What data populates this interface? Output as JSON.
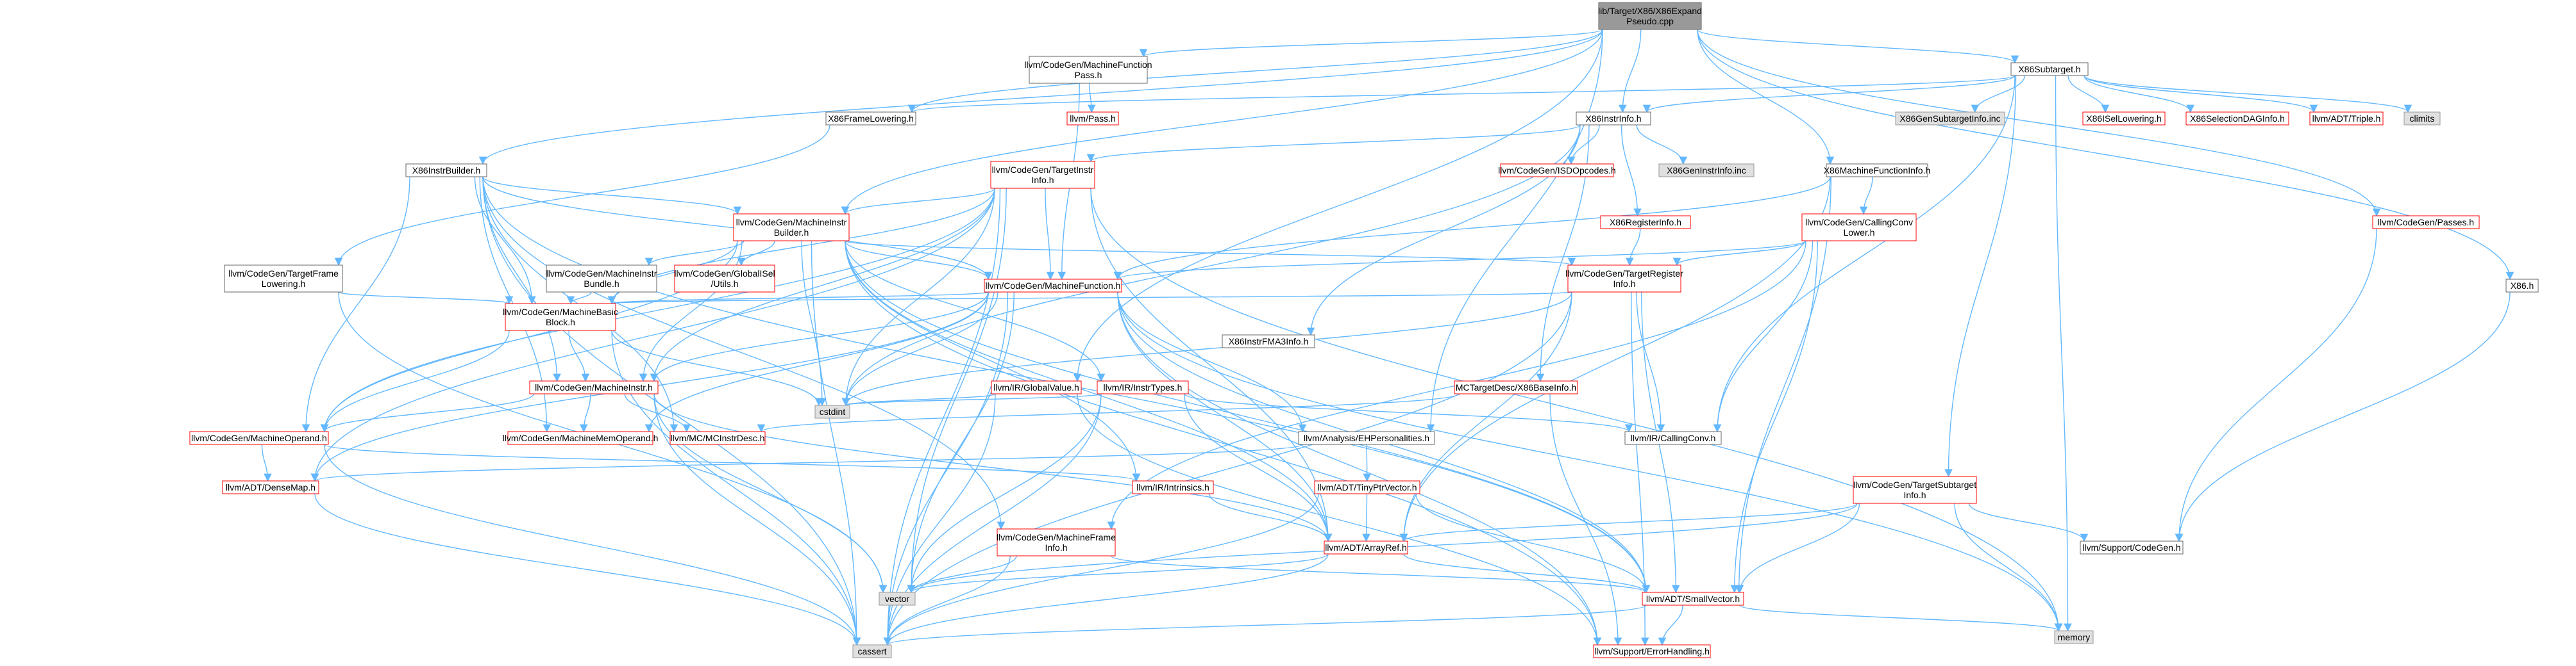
{
  "colors": {
    "edge": "#63b8ff",
    "root_fill": "#999999",
    "external_fill": "#e0e0e0",
    "node_border": "#666666",
    "red_border": "#ff0000"
  },
  "nodes": [
    {
      "id": "root",
      "lines": [
        "lib/Target/X86/X86Expand",
        "Pseudo.cpp"
      ],
      "style": "root"
    },
    {
      "id": "mfp",
      "lines": [
        "llvm/CodeGen/MachineFunction",
        "Pass.h"
      ],
      "style": "plain"
    },
    {
      "id": "x86subtarget",
      "lines": [
        "X86Subtarget.h"
      ],
      "style": "plain"
    },
    {
      "id": "x86framelowering",
      "lines": [
        "X86FrameLowering.h"
      ],
      "style": "plain"
    },
    {
      "id": "pass",
      "lines": [
        "llvm/Pass.h"
      ],
      "style": "red"
    },
    {
      "id": "x86instrinfo",
      "lines": [
        "X86InstrInfo.h"
      ],
      "style": "plain"
    },
    {
      "id": "x86gensubtargetinfo",
      "lines": [
        "X86GenSubtargetInfo.inc"
      ],
      "style": "gray"
    },
    {
      "id": "x86isellowering",
      "lines": [
        "X86ISelLowering.h"
      ],
      "style": "red"
    },
    {
      "id": "x86seldaginfo",
      "lines": [
        "X86SelectionDAGInfo.h"
      ],
      "style": "red"
    },
    {
      "id": "triple",
      "lines": [
        "llvm/ADT/Triple.h"
      ],
      "style": "red"
    },
    {
      "id": "climits",
      "lines": [
        "climits"
      ],
      "style": "gray"
    },
    {
      "id": "x86instrbuilder",
      "lines": [
        "X86InstrBuilder.h"
      ],
      "style": "plain"
    },
    {
      "id": "tii",
      "lines": [
        "llvm/CodeGen/TargetInstr",
        "Info.h"
      ],
      "style": "red"
    },
    {
      "id": "isdopcodes",
      "lines": [
        "llvm/CodeGen/ISDOpcodes.h"
      ],
      "style": "red"
    },
    {
      "id": "x86geninstrinfo",
      "lines": [
        "X86GenInstrInfo.inc"
      ],
      "style": "gray"
    },
    {
      "id": "x86mfi",
      "lines": [
        "X86MachineFunctionInfo.h"
      ],
      "style": "plain"
    },
    {
      "id": "mib",
      "lines": [
        "llvm/CodeGen/MachineInstr",
        "Builder.h"
      ],
      "style": "red"
    },
    {
      "id": "x86reginfo",
      "lines": [
        "X86RegisterInfo.h"
      ],
      "style": "red"
    },
    {
      "id": "callingconvlower",
      "lines": [
        "llvm/CodeGen/CallingConv",
        "Lower.h"
      ],
      "style": "red"
    },
    {
      "id": "passes",
      "lines": [
        "llvm/CodeGen/Passes.h"
      ],
      "style": "red"
    },
    {
      "id": "tfl",
      "lines": [
        "llvm/CodeGen/TargetFrame",
        "Lowering.h"
      ],
      "style": "plain"
    },
    {
      "id": "mibundle",
      "lines": [
        "llvm/CodeGen/MachineInstr",
        "Bundle.h"
      ],
      "style": "plain"
    },
    {
      "id": "globalisel",
      "lines": [
        "llvm/CodeGen/GlobalISel",
        "/Utils.h"
      ],
      "style": "red"
    },
    {
      "id": "mf",
      "lines": [
        "llvm/CodeGen/MachineFunction.h"
      ],
      "style": "red"
    },
    {
      "id": "tri",
      "lines": [
        "llvm/CodeGen/TargetRegister",
        "Info.h"
      ],
      "style": "red"
    },
    {
      "id": "x86h",
      "lines": [
        "X86.h"
      ],
      "style": "plain"
    },
    {
      "id": "mbb",
      "lines": [
        "llvm/CodeGen/MachineBasic",
        "Block.h"
      ],
      "style": "red"
    },
    {
      "id": "x86fma3",
      "lines": [
        "X86InstrFMA3Info.h"
      ],
      "style": "plain"
    },
    {
      "id": "mi",
      "lines": [
        "llvm/CodeGen/MachineInstr.h"
      ],
      "style": "red"
    },
    {
      "id": "globalvalue",
      "lines": [
        "llvm/IR/GlobalValue.h"
      ],
      "style": "red"
    },
    {
      "id": "instrtypes",
      "lines": [
        "llvm/IR/InstrTypes.h"
      ],
      "style": "red"
    },
    {
      "id": "cstdint",
      "lines": [
        "cstdint"
      ],
      "style": "gray"
    },
    {
      "id": "x86baseinfo",
      "lines": [
        "MCTargetDesc/X86BaseInfo.h"
      ],
      "style": "red"
    },
    {
      "id": "callingconv",
      "lines": [
        "llvm/IR/CallingConv.h"
      ],
      "style": "plain"
    },
    {
      "id": "mo",
      "lines": [
        "llvm/CodeGen/MachineOperand.h"
      ],
      "style": "red"
    },
    {
      "id": "mmo",
      "lines": [
        "llvm/CodeGen/MachineMemOperand.h"
      ],
      "style": "red"
    },
    {
      "id": "mcinstrdesc",
      "lines": [
        "llvm/MC/MCInstrDesc.h"
      ],
      "style": "red"
    },
    {
      "id": "ehpersonalities",
      "lines": [
        "llvm/Analysis/EHPersonalities.h"
      ],
      "style": "plain"
    },
    {
      "id": "tinyptrvector",
      "lines": [
        "llvm/ADT/TinyPtrVector.h"
      ],
      "style": "red"
    },
    {
      "id": "tsi",
      "lines": [
        "llvm/CodeGen/TargetSubtarget",
        "Info.h"
      ],
      "style": "red"
    },
    {
      "id": "densemap",
      "lines": [
        "llvm/ADT/DenseMap.h"
      ],
      "style": "red"
    },
    {
      "id": "intrinsics",
      "lines": [
        "llvm/IR/Intrinsics.h"
      ],
      "style": "red"
    },
    {
      "id": "mfinfo",
      "lines": [
        "llvm/CodeGen/MachineFrame",
        "Info.h"
      ],
      "style": "red"
    },
    {
      "id": "arrayref",
      "lines": [
        "llvm/ADT/ArrayRef.h"
      ],
      "style": "red"
    },
    {
      "id": "supportcodegen",
      "lines": [
        "llvm/Support/CodeGen.h"
      ],
      "style": "plain"
    },
    {
      "id": "vector",
      "lines": [
        "vector"
      ],
      "style": "gray"
    },
    {
      "id": "smallvector",
      "lines": [
        "llvm/ADT/SmallVector.h"
      ],
      "style": "red"
    },
    {
      "id": "memory",
      "lines": [
        "memory"
      ],
      "style": "gray"
    },
    {
      "id": "cassert",
      "lines": [
        "cassert"
      ],
      "style": "gray"
    },
    {
      "id": "errorhandling",
      "lines": [
        "llvm/Support/ErrorHandling.h"
      ],
      "style": "red"
    }
  ],
  "edges": [
    [
      "root",
      "mfp"
    ],
    [
      "root",
      "x86subtarget"
    ],
    [
      "root",
      "x86framelowering"
    ],
    [
      "root",
      "x86instrinfo"
    ],
    [
      "root",
      "x86mfi"
    ],
    [
      "root",
      "x86instrbuilder"
    ],
    [
      "root",
      "mib"
    ],
    [
      "root",
      "passes"
    ],
    [
      "root",
      "x86h"
    ],
    [
      "root",
      "globalvalue"
    ],
    [
      "root",
      "ehpersonalities"
    ],
    [
      "mfp",
      "pass"
    ],
    [
      "mfp",
      "mf"
    ],
    [
      "x86subtarget",
      "x86framelowering"
    ],
    [
      "x86subtarget",
      "x86instrinfo"
    ],
    [
      "x86subtarget",
      "x86gensubtargetinfo"
    ],
    [
      "x86subtarget",
      "x86isellowering"
    ],
    [
      "x86subtarget",
      "x86seldaginfo"
    ],
    [
      "x86subtarget",
      "triple"
    ],
    [
      "x86subtarget",
      "climits"
    ],
    [
      "x86subtarget",
      "callingconv"
    ],
    [
      "x86subtarget",
      "tsi"
    ],
    [
      "x86subtarget",
      "memory"
    ],
    [
      "x86framelowering",
      "tfl"
    ],
    [
      "x86instrinfo",
      "tii"
    ],
    [
      "x86instrinfo",
      "isdopcodes"
    ],
    [
      "x86instrinfo",
      "x86geninstrinfo"
    ],
    [
      "x86instrinfo",
      "x86reginfo"
    ],
    [
      "x86instrinfo",
      "x86fma3"
    ],
    [
      "x86instrinfo",
      "x86baseinfo"
    ],
    [
      "x86instrinfo",
      "cstdint"
    ],
    [
      "x86instrbuilder",
      "mib"
    ],
    [
      "x86instrbuilder",
      "mbb"
    ],
    [
      "x86instrbuilder",
      "mi"
    ],
    [
      "x86instrbuilder",
      "mo"
    ],
    [
      "x86instrbuilder",
      "mmo"
    ],
    [
      "x86instrbuilder",
      "mfinfo"
    ],
    [
      "x86instrbuilder",
      "mcinstrdesc"
    ],
    [
      "x86instrbuilder",
      "cassert"
    ],
    [
      "x86instrbuilder",
      "mf"
    ],
    [
      "x86instrbuilder",
      "smallvector"
    ],
    [
      "tii",
      "mib"
    ],
    [
      "tii",
      "mf"
    ],
    [
      "tii",
      "mbb"
    ],
    [
      "tii",
      "mi"
    ],
    [
      "tii",
      "mo"
    ],
    [
      "tii",
      "densemap"
    ],
    [
      "tii",
      "arrayref"
    ],
    [
      "tii",
      "cassert"
    ],
    [
      "tii",
      "cstdint"
    ],
    [
      "tii",
      "memory"
    ],
    [
      "tii",
      "vector"
    ],
    [
      "x86mfi",
      "callingconvlower"
    ],
    [
      "x86mfi",
      "mf"
    ],
    [
      "x86mfi",
      "smallvector"
    ],
    [
      "x86mfi",
      "arrayref"
    ],
    [
      "mib",
      "mibundle"
    ],
    [
      "mib",
      "globalisel"
    ],
    [
      "mib",
      "mf"
    ],
    [
      "mib",
      "mbb"
    ],
    [
      "mib",
      "mi"
    ],
    [
      "mib",
      "mo"
    ],
    [
      "mib",
      "tri"
    ],
    [
      "mib",
      "instrtypes"
    ],
    [
      "mib",
      "intrinsics"
    ],
    [
      "mib",
      "errorhandling"
    ],
    [
      "mib",
      "cassert"
    ],
    [
      "mib",
      "cstdint"
    ],
    [
      "mib",
      "smallvector"
    ],
    [
      "mib",
      "arrayref"
    ],
    [
      "x86reginfo",
      "tri"
    ],
    [
      "callingconvlower",
      "mf"
    ],
    [
      "callingconvlower",
      "callingconv"
    ],
    [
      "callingconvlower",
      "smallvector"
    ],
    [
      "callingconvlower",
      "mfinfo"
    ],
    [
      "callingconvlower",
      "tri"
    ],
    [
      "passes",
      "supportcodegen"
    ],
    [
      "tfl",
      "mbb"
    ],
    [
      "tfl",
      "vector"
    ],
    [
      "mibundle",
      "mbb"
    ],
    [
      "mf",
      "mbb"
    ],
    [
      "mf",
      "mi"
    ],
    [
      "mf",
      "mmo"
    ],
    [
      "mf",
      "ehpersonalities"
    ],
    [
      "mf",
      "arrayref"
    ],
    [
      "mf",
      "densemap"
    ],
    [
      "mf",
      "smallvector"
    ],
    [
      "mf",
      "errorhandling"
    ],
    [
      "mf",
      "cassert"
    ],
    [
      "mf",
      "cstdint"
    ],
    [
      "mf",
      "memory"
    ],
    [
      "mf",
      "vector"
    ],
    [
      "tri",
      "mbb"
    ],
    [
      "tri",
      "callingconv"
    ],
    [
      "tri",
      "smallvector"
    ],
    [
      "tri",
      "arrayref"
    ],
    [
      "tri",
      "errorhandling"
    ],
    [
      "tri",
      "cassert"
    ],
    [
      "tri",
      "cstdint"
    ],
    [
      "x86h",
      "supportcodegen"
    ],
    [
      "mbb",
      "mi"
    ],
    [
      "mbb",
      "cassert"
    ],
    [
      "mbb",
      "cstdint"
    ],
    [
      "mbb",
      "mo"
    ],
    [
      "mi",
      "mo"
    ],
    [
      "mi",
      "mmo"
    ],
    [
      "mi",
      "mcinstrdesc"
    ],
    [
      "mi",
      "arrayref"
    ],
    [
      "mi",
      "cassert"
    ],
    [
      "mi",
      "vector"
    ],
    [
      "globalvalue",
      "cassert"
    ],
    [
      "globalvalue",
      "cstdint"
    ],
    [
      "globalvalue",
      "errorhandling"
    ],
    [
      "instrtypes",
      "callingconv"
    ],
    [
      "instrtypes",
      "arrayref"
    ],
    [
      "instrtypes",
      "cassert"
    ],
    [
      "instrtypes",
      "cstdint"
    ],
    [
      "instrtypes",
      "vector"
    ],
    [
      "x86baseinfo",
      "mcinstrdesc"
    ],
    [
      "x86baseinfo",
      "errorhandling"
    ],
    [
      "mo",
      "intrinsics"
    ],
    [
      "mo",
      "densemap"
    ],
    [
      "mo",
      "cassert"
    ],
    [
      "ehpersonalities",
      "tinyptrvector"
    ],
    [
      "ehpersonalities",
      "densemap"
    ],
    [
      "tinyptrvector",
      "arrayref"
    ],
    [
      "tinyptrvector",
      "smallvector"
    ],
    [
      "tinyptrvector",
      "cassert"
    ],
    [
      "tsi",
      "arrayref"
    ],
    [
      "tsi",
      "smallvector"
    ],
    [
      "tsi",
      "supportcodegen"
    ],
    [
      "tsi",
      "memory"
    ],
    [
      "tsi",
      "vector"
    ],
    [
      "densemap",
      "cassert"
    ],
    [
      "intrinsics",
      "arrayref"
    ],
    [
      "mfinfo",
      "smallvector"
    ],
    [
      "mfinfo",
      "cassert"
    ],
    [
      "mfinfo",
      "vector"
    ],
    [
      "arrayref",
      "smallvector"
    ],
    [
      "arrayref",
      "cassert"
    ],
    [
      "arrayref",
      "vector"
    ],
    [
      "smallvector",
      "errorhandling"
    ],
    [
      "smallvector",
      "cassert"
    ],
    [
      "smallvector",
      "memory"
    ]
  ]
}
